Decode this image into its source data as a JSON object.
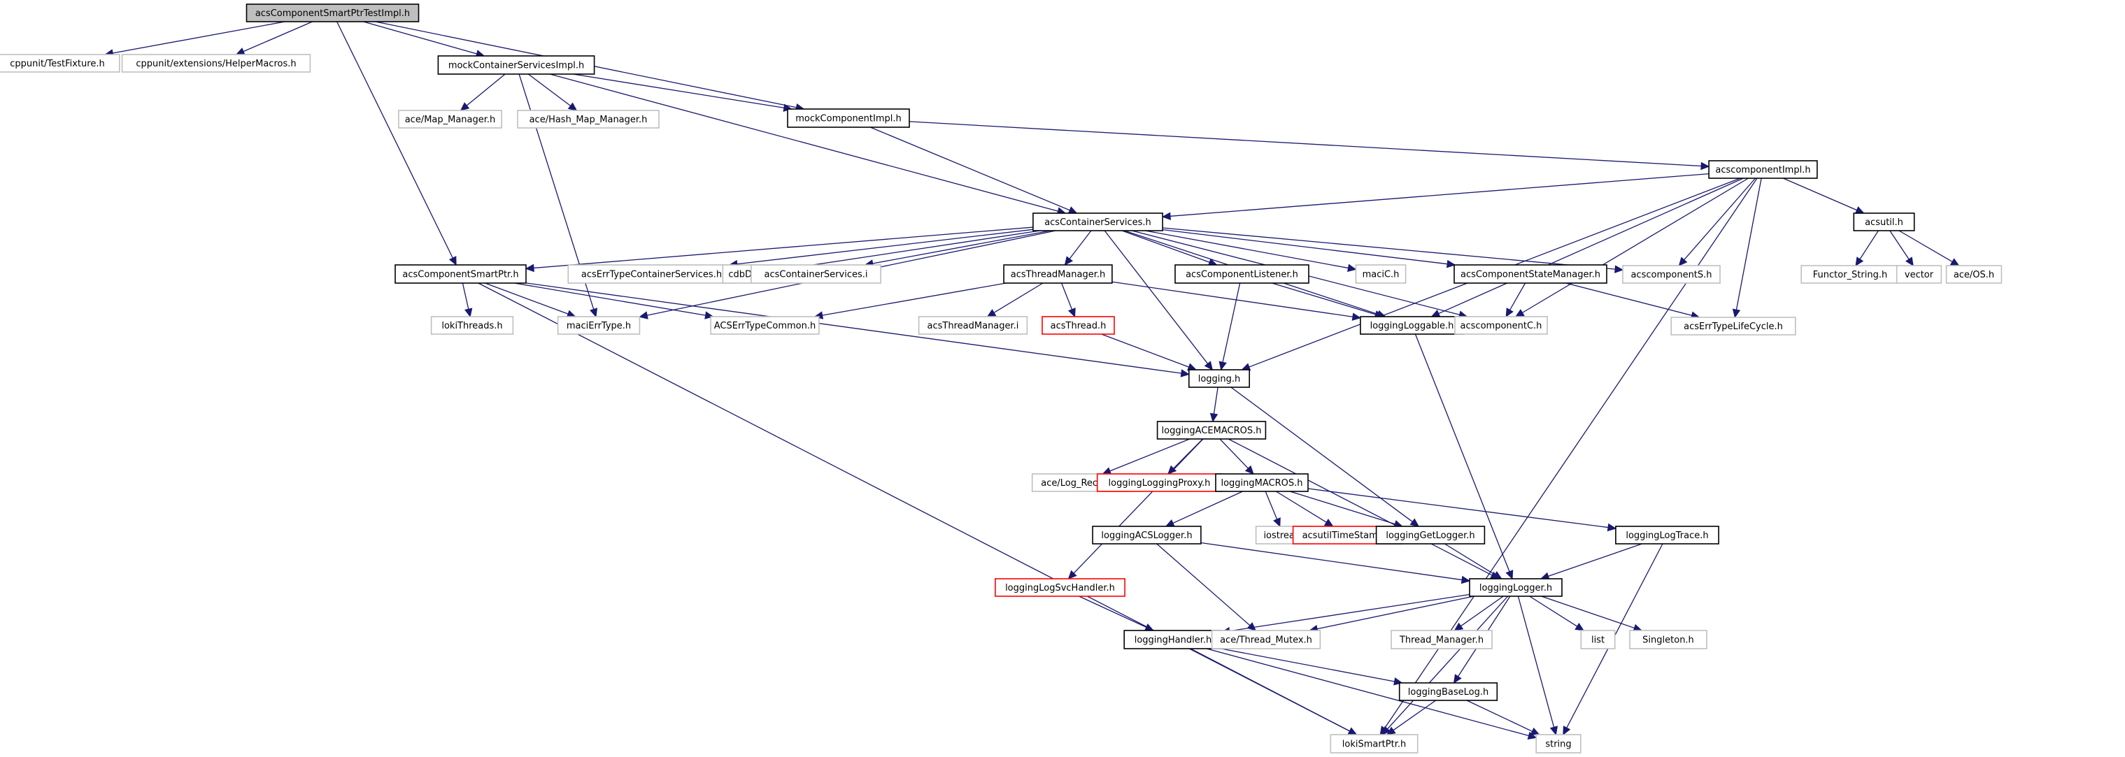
{
  "diagram": {
    "title": "acsComponentSmartPtrTestImpl.h include dependency graph",
    "colors": {
      "edge": "#191970",
      "root_fill": "#bfbfbf",
      "documented_border": "#000000",
      "external_border": "#bfbfbf",
      "missing_border": "#ff0000"
    },
    "nodes": [
      {
        "id": "root",
        "label": "acsComponentSmartPtrTestImpl.h",
        "style": "root"
      },
      {
        "id": "cppTestFixture",
        "label": "cppunit/TestFixture.h",
        "style": "external"
      },
      {
        "id": "cppHelperMacros",
        "label": "cppunit/extensions/HelperMacros.h",
        "style": "external"
      },
      {
        "id": "mockContainerServicesImpl",
        "label": "mockContainerServicesImpl.h",
        "style": "solid"
      },
      {
        "id": "aceMapManager",
        "label": "ace/Map_Manager.h",
        "style": "external"
      },
      {
        "id": "aceHashMapManager",
        "label": "ace/Hash_Map_Manager.h",
        "style": "external"
      },
      {
        "id": "mockComponentImpl",
        "label": "mockComponentImpl.h",
        "style": "solid"
      },
      {
        "id": "acscomponentImpl",
        "label": "acscomponentImpl.h",
        "style": "solid"
      },
      {
        "id": "acsContainerServices",
        "label": "acsContainerServices.h",
        "style": "solid"
      },
      {
        "id": "acsutil",
        "label": "acsutil.h",
        "style": "solid"
      },
      {
        "id": "functorString",
        "label": "Functor_String.h",
        "style": "external"
      },
      {
        "id": "vector",
        "label": "vector",
        "style": "external"
      },
      {
        "id": "aceOS",
        "label": "ace/OS.h",
        "style": "external"
      },
      {
        "id": "acsComponentSmartPtr",
        "label": "acsComponentSmartPtr.h",
        "style": "solid"
      },
      {
        "id": "acsErrTypeContainerServices",
        "label": "acsErrTypeContainerServices.h",
        "style": "external"
      },
      {
        "id": "cdbDALS",
        "label": "cdbDALS.h",
        "style": "external"
      },
      {
        "id": "acsContainerServicesI",
        "label": "acsContainerServices.i",
        "style": "external"
      },
      {
        "id": "acsThreadManager",
        "label": "acsThreadManager.h",
        "style": "solid"
      },
      {
        "id": "acsComponentListener",
        "label": "acsComponentListener.h",
        "style": "solid"
      },
      {
        "id": "maciC",
        "label": "maciC.h",
        "style": "external"
      },
      {
        "id": "acsComponentStateManager",
        "label": "acsComponentStateManager.h",
        "style": "solid"
      },
      {
        "id": "acscomponentS",
        "label": "acscomponentS.h",
        "style": "external"
      },
      {
        "id": "lokiThreads",
        "label": "lokiThreads.h",
        "style": "external"
      },
      {
        "id": "maciErrType",
        "label": "maciErrType.h",
        "style": "external"
      },
      {
        "id": "ACSErrTypeCommon",
        "label": "ACSErrTypeCommon.h",
        "style": "external"
      },
      {
        "id": "acsThreadManagerI",
        "label": "acsThreadManager.i",
        "style": "external"
      },
      {
        "id": "acsThread",
        "label": "acsThread.h",
        "style": "missing"
      },
      {
        "id": "loggingLoggable",
        "label": "loggingLoggable.h",
        "style": "solid"
      },
      {
        "id": "acscomponentC",
        "label": "acscomponentC.h",
        "style": "external"
      },
      {
        "id": "acsErrTypeLifeCycle",
        "label": "acsErrTypeLifeCycle.h",
        "style": "external"
      },
      {
        "id": "logging",
        "label": "logging.h",
        "style": "solid"
      },
      {
        "id": "loggingACEMACROS",
        "label": "loggingACEMACROS.h",
        "style": "solid"
      },
      {
        "id": "aceLogRecord",
        "label": "ace/Log_Record.h",
        "style": "external"
      },
      {
        "id": "loggingLoggingProxy",
        "label": "loggingLoggingProxy.h",
        "style": "missing"
      },
      {
        "id": "loggingMACROS",
        "label": "loggingMACROS.h",
        "style": "solid"
      },
      {
        "id": "loggingACSLogger",
        "label": "loggingACSLogger.h",
        "style": "solid"
      },
      {
        "id": "iostream",
        "label": "iostream",
        "style": "external"
      },
      {
        "id": "acsutilTimeStamp",
        "label": "acsutilTimeStamp.h",
        "style": "missing"
      },
      {
        "id": "loggingGetLogger",
        "label": "loggingGetLogger.h",
        "style": "solid"
      },
      {
        "id": "loggingLogTrace",
        "label": "loggingLogTrace.h",
        "style": "solid"
      },
      {
        "id": "loggingLogSvcHandler",
        "label": "loggingLogSvcHandler.h",
        "style": "missing"
      },
      {
        "id": "loggingLogger",
        "label": "loggingLogger.h",
        "style": "solid"
      },
      {
        "id": "loggingHandler",
        "label": "loggingHandler.h",
        "style": "solid"
      },
      {
        "id": "aceThreadMutex",
        "label": "ace/Thread_Mutex.h",
        "style": "external"
      },
      {
        "id": "threadManager",
        "label": "Thread_Manager.h",
        "style": "external"
      },
      {
        "id": "list",
        "label": "list",
        "style": "external"
      },
      {
        "id": "singleton",
        "label": "Singleton.h",
        "style": "external"
      },
      {
        "id": "loggingBaseLog",
        "label": "loggingBaseLog.h",
        "style": "solid"
      },
      {
        "id": "lokiSmartPtr",
        "label": "lokiSmartPtr.h",
        "style": "external"
      },
      {
        "id": "string",
        "label": "string",
        "style": "external"
      }
    ],
    "edges": [
      [
        "root",
        "cppTestFixture"
      ],
      [
        "root",
        "cppHelperMacros"
      ],
      [
        "root",
        "mockContainerServicesImpl"
      ],
      [
        "root",
        "acsComponentSmartPtr"
      ],
      [
        "root",
        "mockComponentImpl"
      ],
      [
        "mockContainerServicesImpl",
        "aceMapManager"
      ],
      [
        "mockContainerServicesImpl",
        "aceHashMapManager"
      ],
      [
        "mockContainerServicesImpl",
        "mockComponentImpl"
      ],
      [
        "mockContainerServicesImpl",
        "acsContainerServices"
      ],
      [
        "mockContainerServicesImpl",
        "maciErrType"
      ],
      [
        "mockComponentImpl",
        "acscomponentImpl"
      ],
      [
        "mockComponentImpl",
        "acsContainerServices"
      ],
      [
        "acscomponentImpl",
        "acsContainerServices"
      ],
      [
        "acscomponentImpl",
        "acsutil"
      ],
      [
        "acscomponentImpl",
        "acscomponentS"
      ],
      [
        "acscomponentImpl",
        "acscomponentC"
      ],
      [
        "acscomponentImpl",
        "loggingLoggable"
      ],
      [
        "acscomponentImpl",
        "acsErrTypeLifeCycle"
      ],
      [
        "acscomponentImpl",
        "logging"
      ],
      [
        "acscomponentImpl",
        "lokiSmartPtr"
      ],
      [
        "acsutil",
        "functorString"
      ],
      [
        "acsutil",
        "vector"
      ],
      [
        "acsutil",
        "aceOS"
      ],
      [
        "acsContainerServices",
        "acsComponentSmartPtr"
      ],
      [
        "acsContainerServices",
        "acsErrTypeContainerServices"
      ],
      [
        "acsContainerServices",
        "cdbDALS"
      ],
      [
        "acsContainerServices",
        "acsContainerServicesI"
      ],
      [
        "acsContainerServices",
        "acsThreadManager"
      ],
      [
        "acsContainerServices",
        "acsComponentListener"
      ],
      [
        "acsContainerServices",
        "maciC"
      ],
      [
        "acsContainerServices",
        "acsComponentStateManager"
      ],
      [
        "acsContainerServices",
        "acscomponentS"
      ],
      [
        "acsContainerServices",
        "maciErrType"
      ],
      [
        "acsContainerServices",
        "loggingLoggable"
      ],
      [
        "acsContainerServices",
        "acscomponentC"
      ],
      [
        "acsContainerServices",
        "logging"
      ],
      [
        "acsComponentSmartPtr",
        "lokiThreads"
      ],
      [
        "acsComponentSmartPtr",
        "maciErrType"
      ],
      [
        "acsComponentSmartPtr",
        "ACSErrTypeCommon"
      ],
      [
        "acsComponentSmartPtr",
        "logging"
      ],
      [
        "acsComponentSmartPtr",
        "lokiSmartPtr"
      ],
      [
        "acsThreadManager",
        "ACSErrTypeCommon"
      ],
      [
        "acsThreadManager",
        "acsThreadManagerI"
      ],
      [
        "acsThreadManager",
        "acsThread"
      ],
      [
        "acsThreadManager",
        "loggingLoggable"
      ],
      [
        "acsThread",
        "logging"
      ],
      [
        "acsComponentListener",
        "logging"
      ],
      [
        "acsComponentListener",
        "loggingLoggable"
      ],
      [
        "acsComponentStateManager",
        "acscomponentC"
      ],
      [
        "acsComponentStateManager",
        "acsErrTypeLifeCycle"
      ],
      [
        "loggingLoggable",
        "loggingLogger"
      ],
      [
        "logging",
        "loggingACEMACROS"
      ],
      [
        "logging",
        "loggingGetLogger"
      ],
      [
        "loggingACEMACROS",
        "aceLogRecord"
      ],
      [
        "loggingACEMACROS",
        "loggingLoggingProxy"
      ],
      [
        "loggingACEMACROS",
        "loggingMACROS"
      ],
      [
        "loggingACEMACROS",
        "loggingLogSvcHandler"
      ],
      [
        "loggingACEMACROS",
        "loggingLogger"
      ],
      [
        "loggingMACROS",
        "loggingACSLogger"
      ],
      [
        "loggingMACROS",
        "iostream"
      ],
      [
        "loggingMACROS",
        "acsutilTimeStamp"
      ],
      [
        "loggingMACROS",
        "loggingGetLogger"
      ],
      [
        "loggingMACROS",
        "loggingLogTrace"
      ],
      [
        "loggingACSLogger",
        "loggingLogger"
      ],
      [
        "loggingACSLogger",
        "aceThreadMutex"
      ],
      [
        "loggingGetLogger",
        "loggingLogger"
      ],
      [
        "loggingLogTrace",
        "loggingLogger"
      ],
      [
        "loggingLogTrace",
        "string"
      ],
      [
        "loggingLogSvcHandler",
        "loggingHandler"
      ],
      [
        "loggingLogger",
        "loggingHandler"
      ],
      [
        "loggingLogger",
        "aceThreadMutex"
      ],
      [
        "loggingLogger",
        "threadManager"
      ],
      [
        "loggingLogger",
        "list"
      ],
      [
        "loggingLogger",
        "singleton"
      ],
      [
        "loggingLogger",
        "loggingBaseLog"
      ],
      [
        "loggingLogger",
        "lokiSmartPtr"
      ],
      [
        "loggingLogger",
        "string"
      ],
      [
        "loggingHandler",
        "loggingBaseLog"
      ],
      [
        "loggingHandler",
        "lokiSmartPtr"
      ],
      [
        "loggingHandler",
        "string"
      ],
      [
        "loggingBaseLog",
        "lokiSmartPtr"
      ],
      [
        "loggingBaseLog",
        "string"
      ]
    ]
  }
}
